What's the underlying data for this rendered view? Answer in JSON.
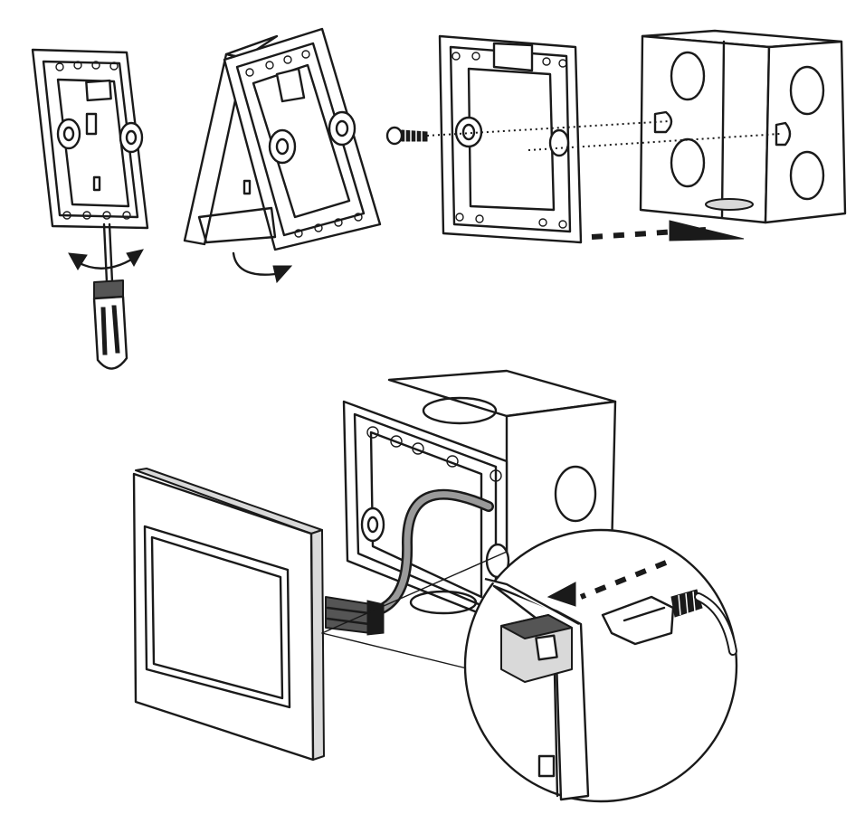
{
  "diagram": {
    "steps": [
      "remove-front-panel",
      "separate-mounting-frame",
      "screw-frame-to-wall-box",
      "connect-cable-and-attach-panel"
    ],
    "icons": [
      "screwdriver-icon",
      "rotate-arrow-icon",
      "screw-icon",
      "rj-connector-icon",
      "magnifier-callout"
    ],
    "colors": {
      "line": "#1a1a1a",
      "fill": "#ffffff",
      "shade": "#d9d9d9",
      "dark": "#555555"
    }
  }
}
